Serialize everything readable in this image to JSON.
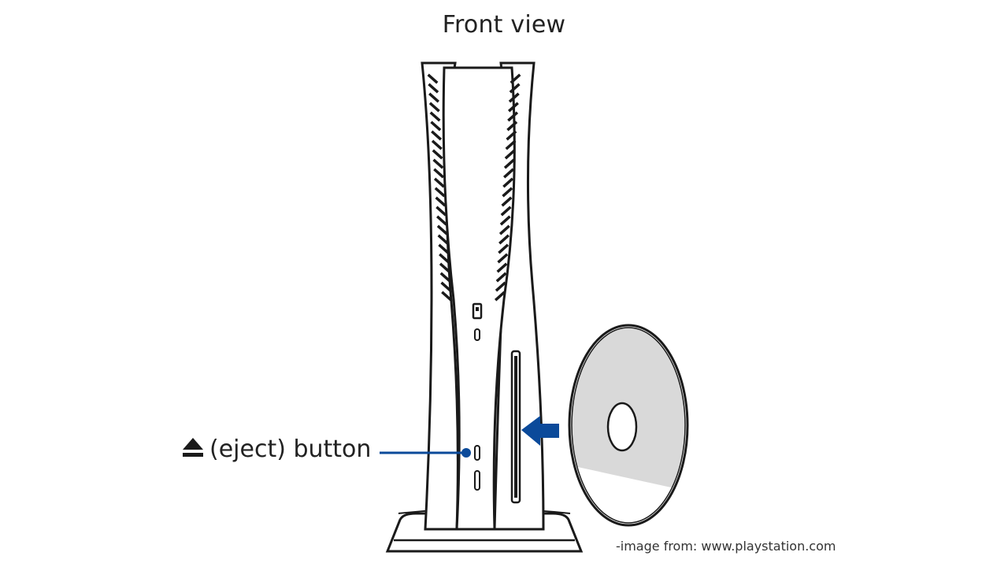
{
  "title": "Front view",
  "callouts": {
    "eject": {
      "label": "(eject) button",
      "icon": "eject-icon"
    }
  },
  "credit": "-image from: www.playstation.com",
  "colors": {
    "line": "#1a1a1a",
    "accent": "#0b4a9a",
    "disc_shade": "#d9d9d9",
    "background": "#ffffff"
  }
}
